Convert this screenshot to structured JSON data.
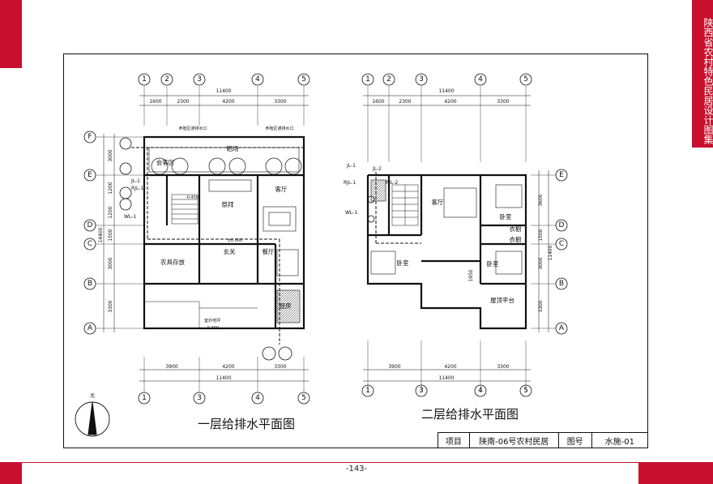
{
  "sidebar": {
    "title": "陕西省农村特色民居设计图集"
  },
  "page": {
    "number": "-143-"
  },
  "title_block": {
    "label_project": "项目",
    "project": "陕南-06号农村民居",
    "label_drawing": "图号",
    "drawing_no": "水施-01"
  },
  "plan1": {
    "title": "一层给排水平面图",
    "axes_top": [
      "1",
      "2",
      "3",
      "4",
      "5"
    ],
    "axes_bottom": [
      "1",
      "3",
      "4",
      "5"
    ],
    "axes_left": [
      "F",
      "E",
      "D",
      "C",
      "B",
      "A"
    ],
    "dims_top": [
      "1600",
      "2300",
      "4200",
      "3300"
    ],
    "dim_total": "11400",
    "dims_bottom": [
      "3900",
      "4200",
      "3300"
    ],
    "dims_left": [
      "3000",
      "1200",
      "1200",
      "1500",
      "3000",
      "3300"
    ],
    "dim_left_total": "14400",
    "rooms": {
      "courtyard": "晒场",
      "meeting": "会客区",
      "ritual": "祭拜",
      "living": "客厅",
      "entry": "玄关",
      "storage": "农具存放",
      "dining": "餐厅",
      "kitchen": "厨房"
    },
    "notes": {
      "roof_drain_a": "养殖区通排水口",
      "roof_drain_b": "养殖区通排水口",
      "elev_bath": "-0.450",
      "elev_hall": "±0.000",
      "outdoor_label": "室外地坪",
      "outdoor_elev": "-0.300",
      "north": "北"
    },
    "pipes": [
      "JL-1",
      "RJL-1",
      "WL-1"
    ]
  },
  "plan2": {
    "title": "二层给排水平面图",
    "axes_top": [
      "1",
      "2",
      "3",
      "4",
      "5"
    ],
    "axes_bottom": [
      "1",
      "3",
      "4",
      "5"
    ],
    "axes_right": [
      "E",
      "D",
      "C",
      "B",
      "A"
    ],
    "dims_top": [
      "1600",
      "2300",
      "4200",
      "3300"
    ],
    "dim_total": "11400",
    "dims_bottom": [
      "3900",
      "4200",
      "3300"
    ],
    "dims_right": [
      "3600",
      "1500",
      "3000",
      "3300"
    ],
    "dim_right_total": "11400",
    "rooms": {
      "living": "客厅",
      "bedroom_a": "卧室",
      "bedroom_b": "卧室",
      "bedroom_c": "卧室",
      "closet_a": "衣橱",
      "closet_b": "衣橱",
      "terrace": "屋顶平台"
    },
    "pipes": [
      "JL-1",
      "JL-2",
      "RJL-1",
      "RJL-2",
      "WL-1"
    ],
    "note_dim": "1950"
  }
}
